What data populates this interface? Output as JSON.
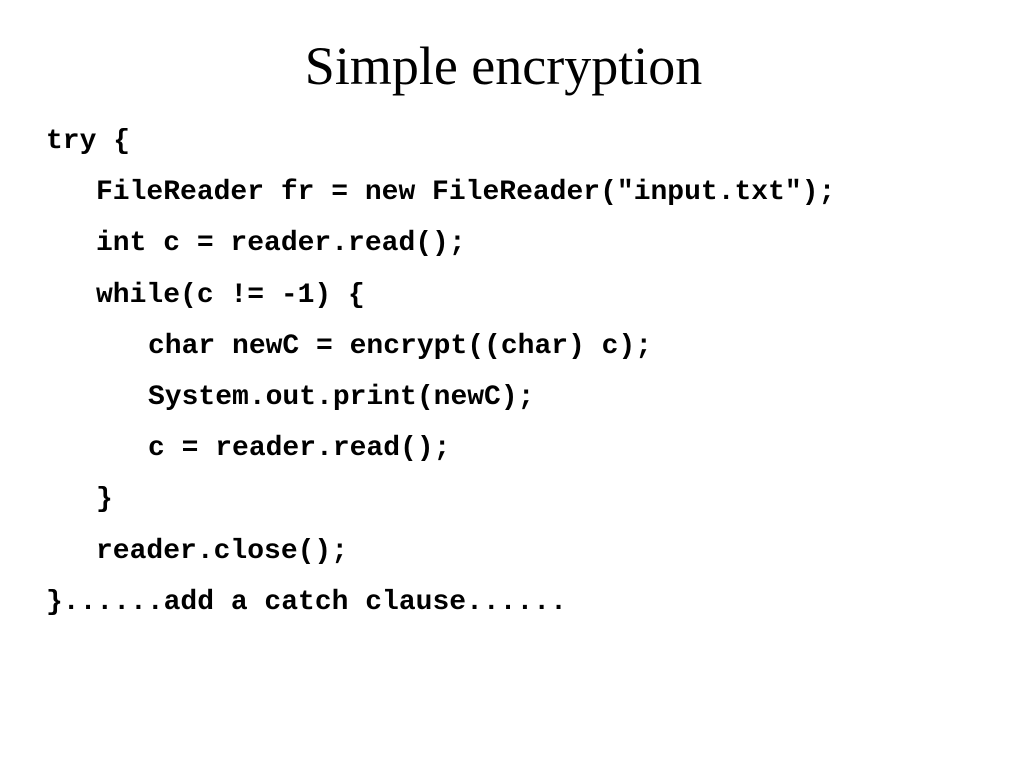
{
  "slide": {
    "title": "Simple encryption",
    "code_lines": [
      {
        "indent": 0,
        "text": "try {"
      },
      {
        "indent": 1,
        "text": "FileReader fr = new FileReader(\"input.txt\");"
      },
      {
        "indent": 1,
        "text": "int c = reader.read();"
      },
      {
        "indent": 1,
        "text": "while(c != -1) {"
      },
      {
        "indent": 2,
        "text": "char newC = encrypt((char) c);"
      },
      {
        "indent": 2,
        "text": "System.out.print(newC);"
      },
      {
        "indent": 2,
        "text": "c = reader.read();"
      },
      {
        "indent": 1,
        "text": "}"
      },
      {
        "indent": 1,
        "text": "reader.close();"
      },
      {
        "indent": 0,
        "text": "}......add a catch clause......"
      }
    ]
  }
}
